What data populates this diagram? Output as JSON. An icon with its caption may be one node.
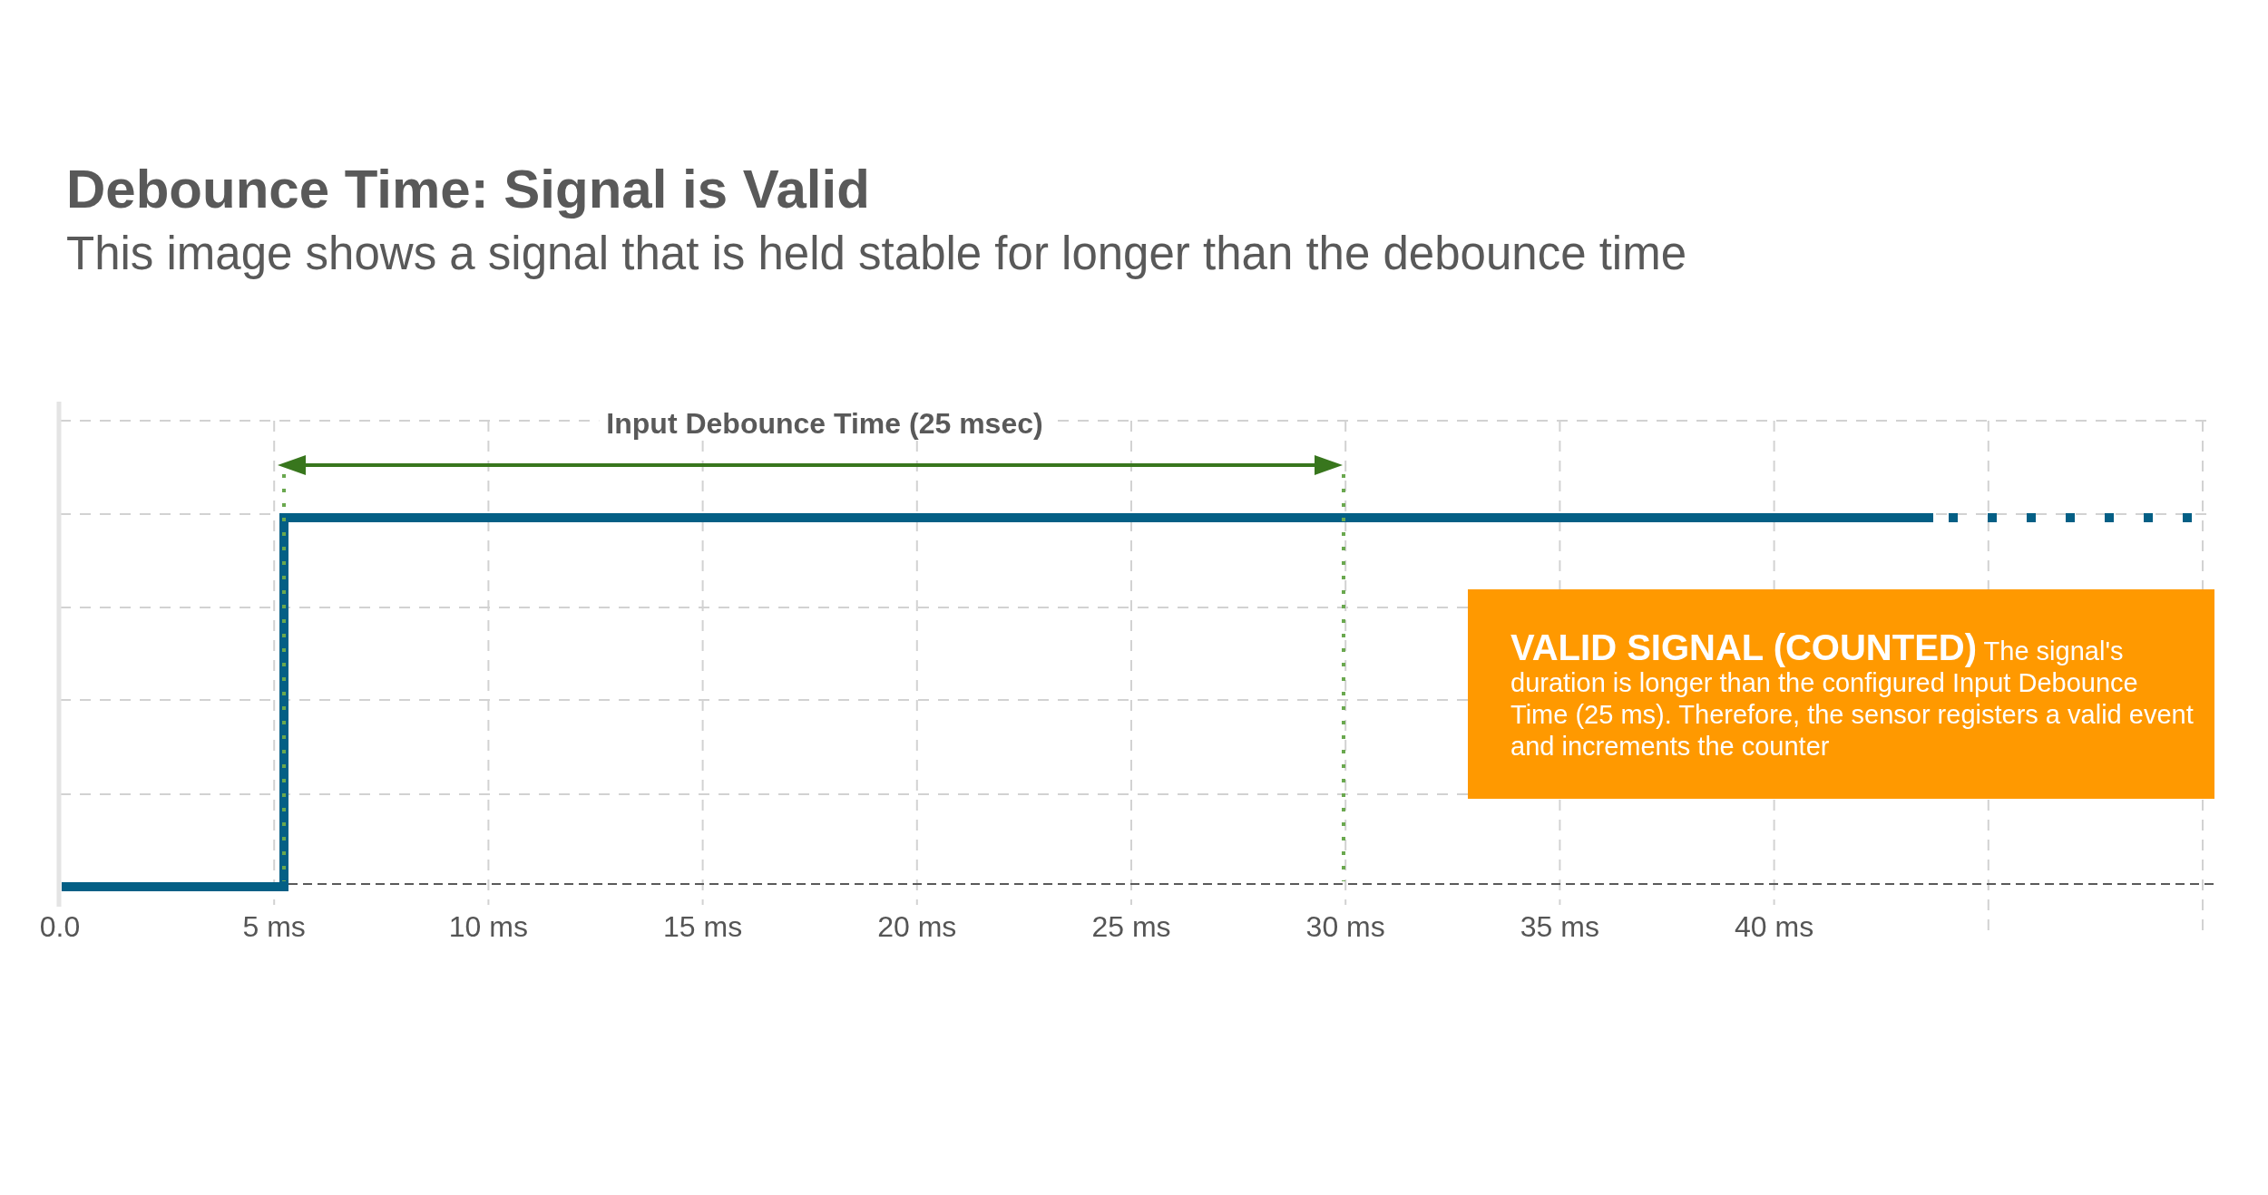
{
  "diagram": {
    "title": "Debounce Time: Signal is Valid",
    "nodes": [
      {
        "text": [
          "**VALID SIGNAL (COUNTED)** The signal's duration is longer than the configured Input Debounce Time (25 ms). Therefore, the sensor registers a valid event and increments the counter"
        ]
      }
    ],
    "labels": [
      "This image shows a signal that is held stable for longer than the debounce time",
      "Input Debounce Time (25 msec)",
      "0.0",
      "5 ms",
      "10 ms",
      "15 ms",
      "20 ms",
      "25 ms",
      "30 ms",
      "35 ms",
      "40 ms"
    ]
  }
}
